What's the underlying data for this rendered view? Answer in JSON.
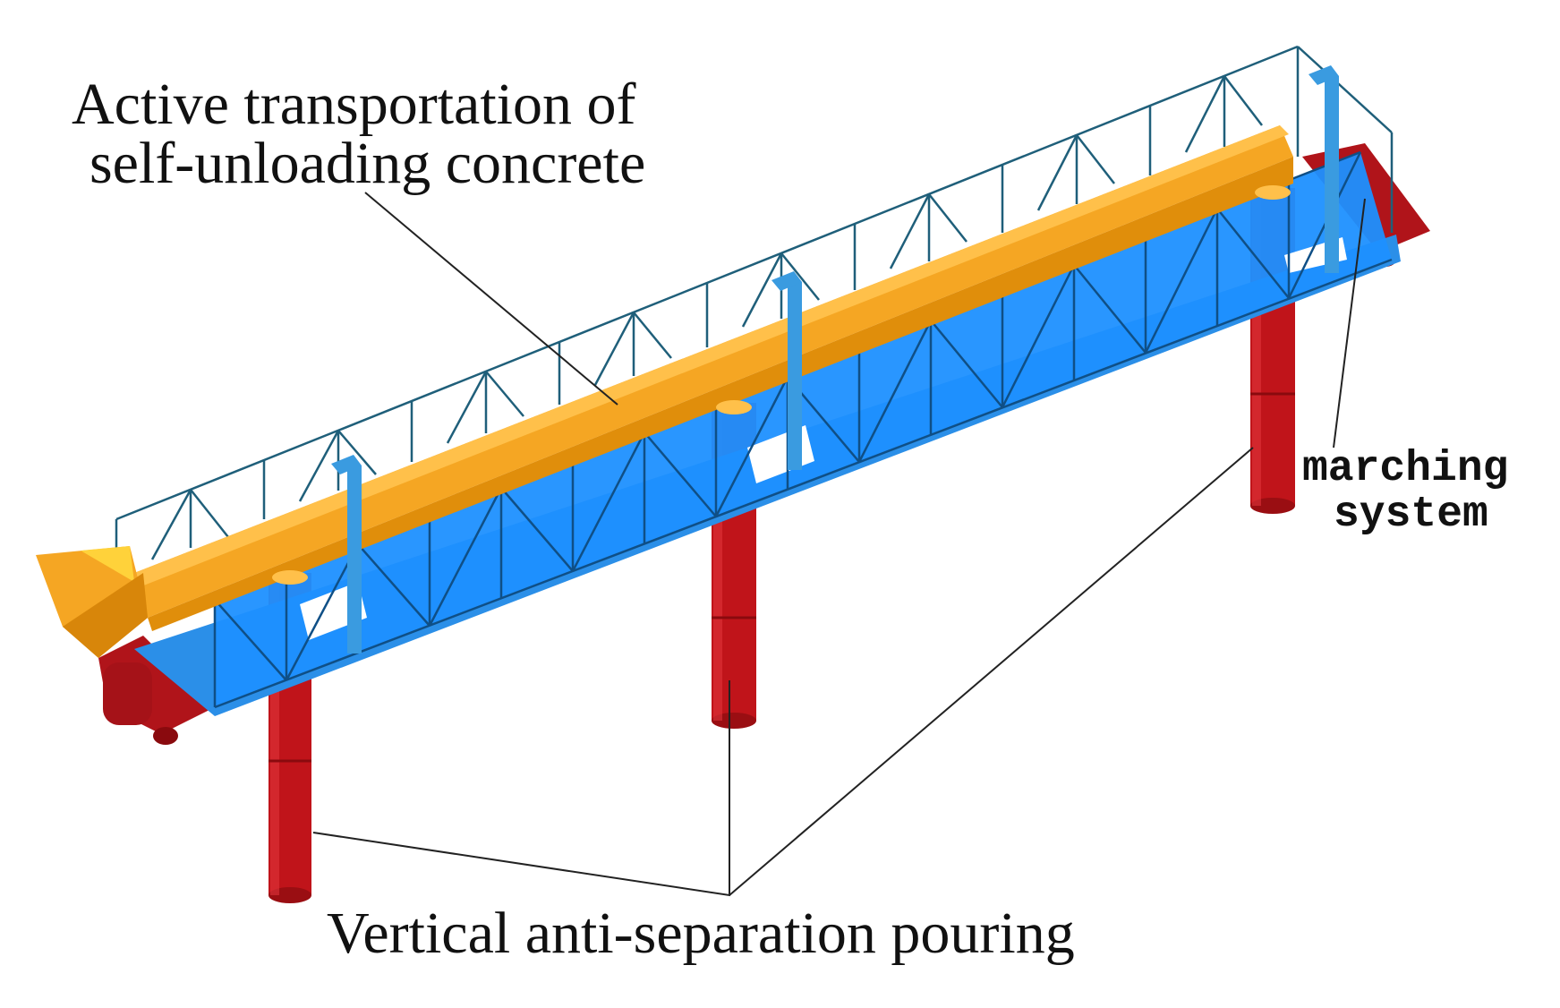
{
  "labels": {
    "conveyor_line1": "Active transportation of",
    "conveyor_line2": "self-unloading concrete",
    "marching_line1": "marching",
    "marching_line2": "system",
    "pouring": "Vertical anti-separation pouring"
  },
  "colors": {
    "truss_frame": "#1f5f7a",
    "blue_deck": "#1e90ff",
    "orange_trough": "#f2a21e",
    "red_column": "#c0141a",
    "leader_line": "#222222",
    "background": "#ffffff"
  }
}
